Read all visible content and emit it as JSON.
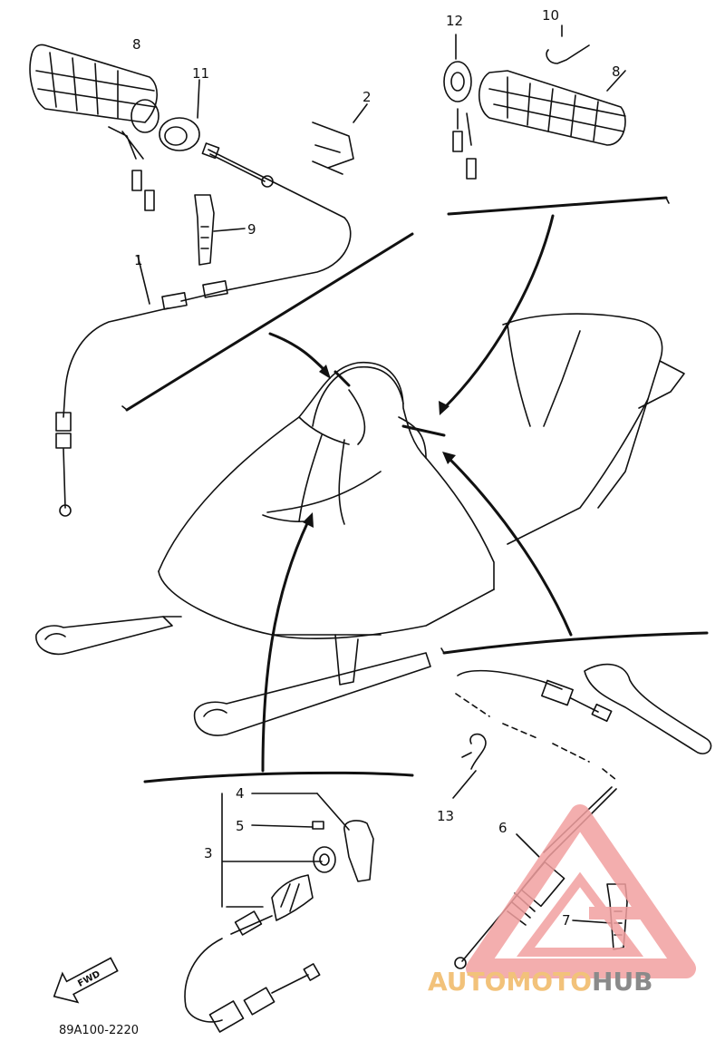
{
  "labels": {
    "p1": "1",
    "p2": "2",
    "p3": "3",
    "p4": "4",
    "p5": "5",
    "p6": "6",
    "p7": "7",
    "p8a": "8",
    "p8b": "8",
    "p9": "9",
    "p10": "10",
    "p11": "11",
    "p12": "12",
    "p13": "13"
  },
  "fwd_label": "FWD",
  "diagram_code": "89A100-2220",
  "watermark": {
    "part1": "AUTOMOTO",
    "part2": "HUB",
    "color_primary": "#f2a0a0",
    "color_text": "#f2c27a"
  }
}
